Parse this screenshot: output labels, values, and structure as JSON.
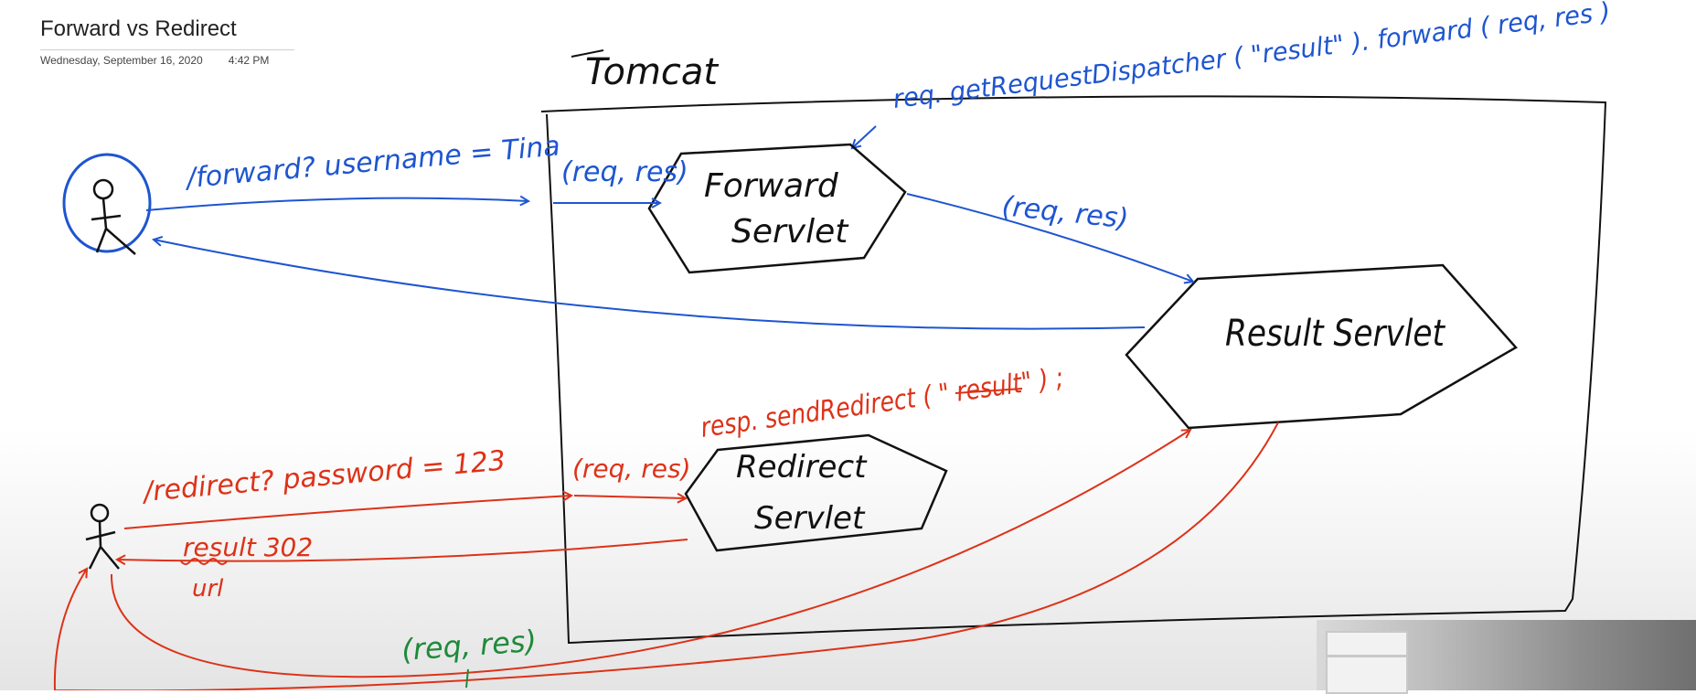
{
  "header": {
    "title": "Forward vs Redirect",
    "date": "Wednesday, September 16, 2020",
    "time": "4:42 PM"
  },
  "diagram": {
    "container_label": "Tomcat",
    "forward_code": "req. getRequestDispatcher ( \"result\" ). forward ( req, res )",
    "forward_servlet": [
      "Forward",
      "Servlet"
    ],
    "result_servlet": "Result Servlet",
    "redirect_servlet": [
      "Redirect",
      "Servlet"
    ],
    "forward_request": "/forward? username = Tina",
    "forward_in": "(req, res)",
    "forward_to_result": "(req, res)",
    "redirect_code": "resp. sendRedirect ( \" result\" ) ;",
    "redirect_request": "/redirect? password = 123",
    "redirect_in": "(req, res)",
    "redirect_response": "result 302",
    "redirect_note": "url",
    "final_params": "(req, res)"
  },
  "colors": {
    "forward_flow": "#1e55d0",
    "redirect_flow": "#dd3218",
    "params": "#1f8a3a",
    "ink": "#111111"
  }
}
